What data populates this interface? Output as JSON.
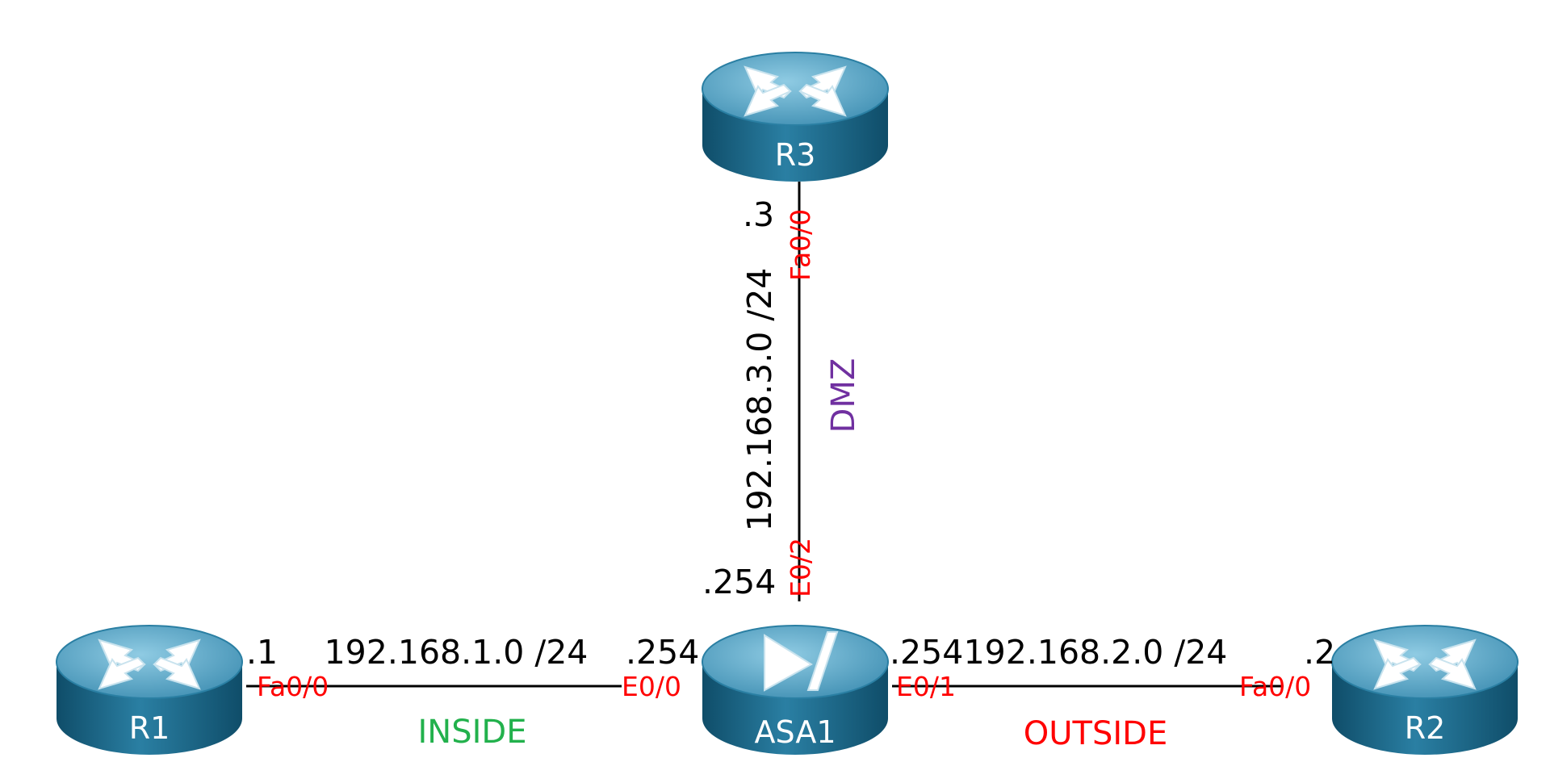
{
  "devices": {
    "r1": {
      "name": "R1",
      "icon": "router-icon"
    },
    "r2": {
      "name": "R2",
      "icon": "router-icon"
    },
    "r3": {
      "name": "R3",
      "icon": "router-icon"
    },
    "asa1": {
      "name": "ASA1",
      "icon": "firewall-icon"
    }
  },
  "links": {
    "inside": {
      "network": "192.168.1.0 /24",
      "zone": "INSIDE",
      "zone_color": "#22b14c",
      "left_host": ".1",
      "left_iface": "Fa0/0",
      "right_host": ".254",
      "right_iface": "E0/0"
    },
    "outside": {
      "network": "192.168.2.0 /24",
      "zone": "OUTSIDE",
      "zone_color": "#ff0000",
      "left_host": ".254",
      "left_iface": "E0/1",
      "right_host": ".2",
      "right_iface": "Fa0/0"
    },
    "dmz": {
      "network": "192.168.3.0 /24",
      "zone": "DMZ",
      "zone_color": "#7030a0",
      "top_host": ".3",
      "top_iface": "Fa0/0",
      "bottom_host": ".254",
      "bottom_iface": "E0/2"
    }
  },
  "colors": {
    "device_top": "#5aa6c6",
    "device_side": "#17607f",
    "interface_label": "#ff0000",
    "link": "#000000"
  }
}
